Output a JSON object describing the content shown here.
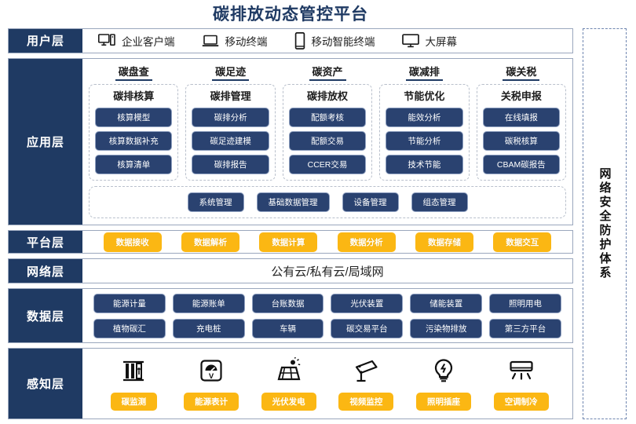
{
  "title": "碳排放动态管控平台",
  "security_column": {
    "label": "网络安全防护体系"
  },
  "layers": {
    "user": {
      "label": "用户层",
      "items": [
        {
          "icon": "desktop-pc-icon",
          "label": "企业客户端"
        },
        {
          "icon": "laptop-icon",
          "label": "移动终端"
        },
        {
          "icon": "smartphone-icon",
          "label": "移动智能终端"
        },
        {
          "icon": "large-screen-icon",
          "label": "大屏幕"
        }
      ]
    },
    "application": {
      "label": "应用层",
      "columns": [
        {
          "head": "碳盘查",
          "sub": "碳排核算",
          "items": [
            "核算模型",
            "核算数据补充",
            "核算清单"
          ]
        },
        {
          "head": "碳足迹",
          "sub": "碳排管理",
          "items": [
            "碳排分析",
            "碳足迹建模",
            "碳排报告"
          ]
        },
        {
          "head": "碳资产",
          "sub": "碳排放权",
          "items": [
            "配额考核",
            "配额交易",
            "CCER交易"
          ]
        },
        {
          "head": "碳减排",
          "sub": "节能优化",
          "items": [
            "能效分析",
            "节能分析",
            "技术节能"
          ]
        },
        {
          "head": "碳关税",
          "sub": "关税申报",
          "items": [
            "在线填报",
            "碳税核算",
            "CBAM碳报告"
          ]
        }
      ],
      "management": [
        "系统管理",
        "基础数据管理",
        "设备管理",
        "组态管理"
      ]
    },
    "platform": {
      "label": "平台层",
      "items": [
        "数据接收",
        "数据解析",
        "数据计算",
        "数据分析",
        "数据存储",
        "数据交互"
      ]
    },
    "network": {
      "label": "网络层",
      "text": "公有云/私有云/局域网"
    },
    "data": {
      "label": "数据层",
      "row1": [
        "能源计量",
        "能源账单",
        "台账数据",
        "光伏装置",
        "储能装置",
        "照明用电"
      ],
      "row2": [
        "植物碳汇",
        "充电桩",
        "车辆",
        "碳交易平台",
        "污染物排放",
        "第三方平台"
      ]
    },
    "perception": {
      "label": "感知层",
      "items": [
        {
          "icon": "carbon-monitor-icon",
          "label": "碳监测"
        },
        {
          "icon": "energy-meter-icon",
          "label": "能源表计"
        },
        {
          "icon": "solar-panel-icon",
          "label": "光伏发电"
        },
        {
          "icon": "cctv-camera-icon",
          "label": "视频监控"
        },
        {
          "icon": "light-bulb-icon",
          "label": "照明插座"
        },
        {
          "icon": "air-conditioner-icon",
          "label": "空调制冷"
        }
      ]
    }
  },
  "colors": {
    "navy": "#1F3A63",
    "pill_navy": "#2A4270",
    "yellow": "#FBB713",
    "border": "#9AA7BD"
  }
}
